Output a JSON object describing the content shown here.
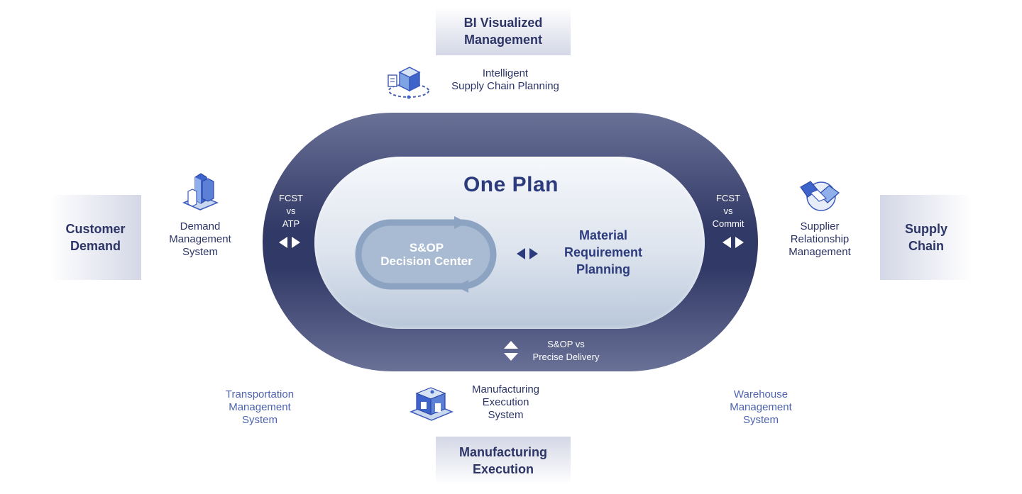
{
  "edges": {
    "top": "BI Visualized\nManagement",
    "bottom": "Manufacturing\nExecution",
    "left": "Customer\nDemand",
    "right": "Supply\nChain"
  },
  "center": {
    "title": "One Plan",
    "sop": "S&OP\nDecision Center",
    "mrp": "Material\nRequirement\nPlanning"
  },
  "ring": {
    "left": "FCST\nvs\nATP",
    "right": "FCST\nvs\nCommit",
    "bottom": "S&OP vs\nPrecise Delivery"
  },
  "systems": {
    "top": "Intelligent\nSupply Chain Planning",
    "left": "Demand\nManagement\nSystem",
    "right": "Supplier\nRelationship\nManagement",
    "bottom": "Manufacturing\nExecution\nSystem",
    "bottom_left": "Transportation\nManagement\nSystem",
    "bottom_right": "Warehouse\nManagement\nSystem"
  },
  "icons": {
    "top": "supply-chain-planning-icon",
    "left": "buildings-icon",
    "right": "handshake-icon",
    "bottom": "factory-icon"
  },
  "colors": {
    "ring_dark": "#313966",
    "ring_light": "#6a7197",
    "accent_blue": "#4d63b0",
    "title_blue": "#2c3b7c"
  }
}
